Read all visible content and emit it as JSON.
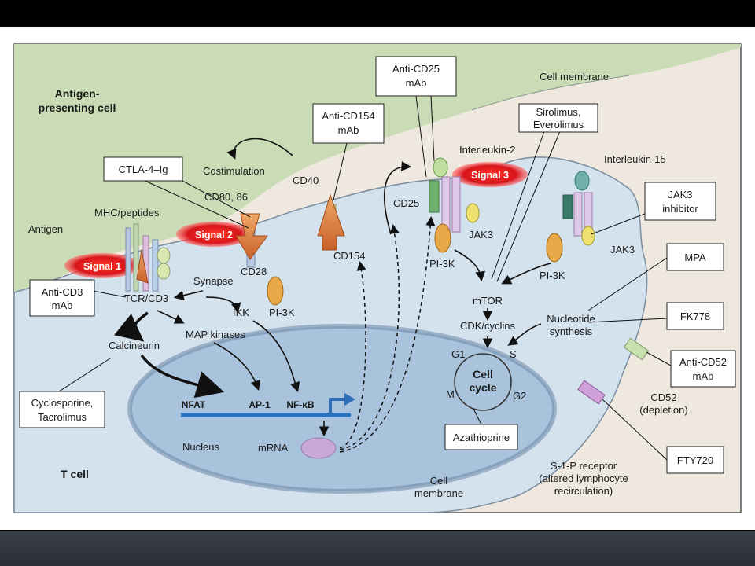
{
  "cells": {
    "apc": [
      "Antigen-",
      "presenting cell"
    ],
    "tcell": "T cell",
    "nucleus": "Nucleus",
    "membrane_top": "Cell membrane",
    "membrane_bottom": [
      "Cell",
      "membrane"
    ]
  },
  "signals": {
    "s1": "Signal 1",
    "s2": "Signal 2",
    "s3": "Signal 3"
  },
  "molecules": {
    "antigen": "Antigen",
    "mhc": "MHC/peptides",
    "tcr": "TCR/CD3",
    "cd80": "CD80, 86",
    "costim": "Costimulation",
    "cd28": "CD28",
    "cd40": "CD40",
    "cd154": "CD154",
    "synapse": "Synapse",
    "ikk": "IKK",
    "pi3k_cd28": "PI-3K",
    "map": "MAP kinases",
    "calcineurin": "Calcineurin",
    "il2": "Interleukin-2",
    "cd25": "CD25",
    "jak3_a": "JAK3",
    "pi3k_a": "PI-3K",
    "il15": "Interleukin-15",
    "jak3_b": "JAK3",
    "pi3k_b": "PI-3K",
    "mtor": "mTOR",
    "cdk": "CDK/cyclins",
    "nucleotide": [
      "Nucleotide",
      "synthesis"
    ],
    "cd52": [
      "CD52",
      "(depletion)"
    ],
    "s1p": [
      "S-1-P receptor",
      "(altered lymphocyte",
      "recirculation)"
    ],
    "mrna": "mRNA"
  },
  "genes": {
    "nfat": "NFAT",
    "ap1": "AP-1",
    "nfkb": "NF-κB"
  },
  "cycle": {
    "title": [
      "Cell",
      "cycle"
    ],
    "g1": "G1",
    "s": "S",
    "g2": "G2",
    "m": "M"
  },
  "drugs": {
    "anti_cd25": [
      "Anti-CD25",
      "mAb"
    ],
    "anti_cd154": [
      "Anti-CD154",
      "mAb"
    ],
    "ctla4": "CTLA-4–Ig",
    "sirolimus": [
      "Sirolimus,",
      "Everolimus"
    ],
    "jak3_inh": [
      "JAK3",
      "inhibitor"
    ],
    "mpa": "MPA",
    "fk778": "FK778",
    "anti_cd52": [
      "Anti-CD52",
      "mAb"
    ],
    "fty720": "FTY720",
    "anti_cd3": [
      "Anti-CD3",
      "mAb"
    ],
    "cyclosporine": [
      "Cyclosporine,",
      "Tacrolimus"
    ],
    "azathioprine": "Azathioprine"
  },
  "colors": {
    "apc_fill": "#c9dcb6",
    "tcell_fill": "#d4e2ee",
    "outer_fill": "#efe8df",
    "nucleus_fill": "#a9c3dc",
    "signal_red": "#e01818",
    "dna_blue": "#2f6fb8",
    "arrow_orange": "#d98a3a"
  }
}
